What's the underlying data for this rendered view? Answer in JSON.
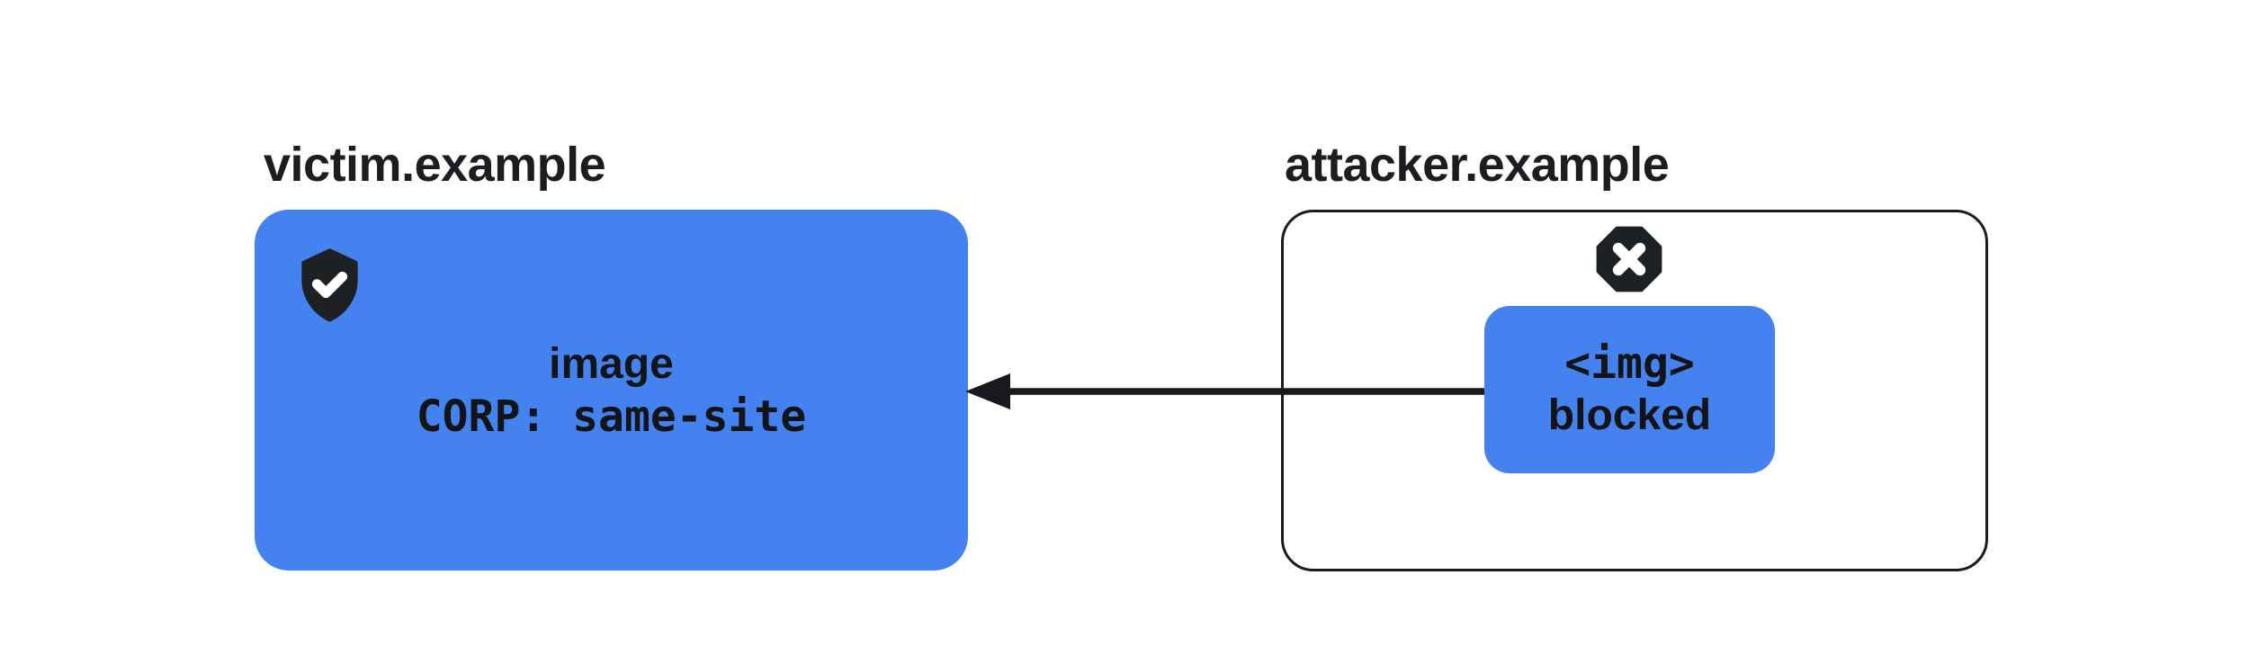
{
  "colors": {
    "background": "#ffffff",
    "resource_blue": "#4482f0",
    "ink": "#191b1e",
    "icon_fill": "#1e2124",
    "text_on_blue": "#121417"
  },
  "victim": {
    "domain_label": "victim.example",
    "status_icon": "shield-check-icon",
    "resource_line1": "image",
    "resource_line2": "CORP: same-site"
  },
  "attacker": {
    "domain_label": "attacker.example",
    "status_icon": "blocked-octagon-icon",
    "element_line1": "<img>",
    "element_line2": "blocked"
  },
  "arrow": {
    "direction": "right-to-left"
  }
}
